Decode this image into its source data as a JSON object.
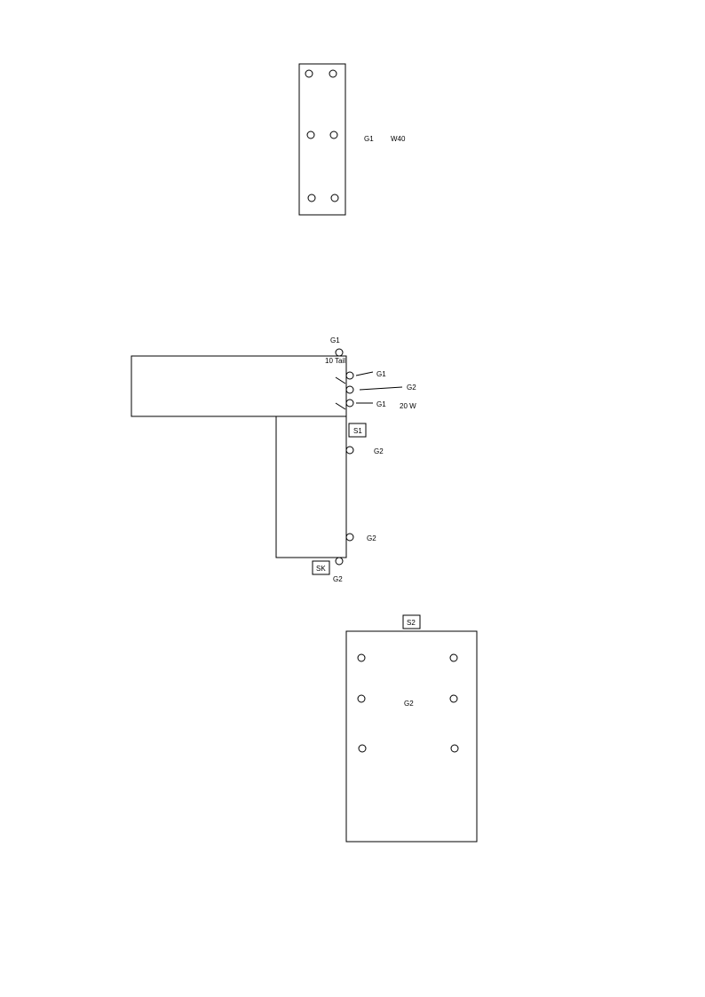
{
  "top_plate": {
    "label_g": "G1",
    "label_w": "W40"
  },
  "middle": {
    "g1_top": "G1",
    "tail": "10 Tail",
    "g1_a": "G1",
    "g2_a": "G2",
    "g1_b": "G1",
    "w20": "20 W",
    "s1": "S1",
    "g2_b": "G2",
    "g2_c": "G2",
    "sk": "SK",
    "g2_d": "G2"
  },
  "bottom_plate": {
    "s2": "S2",
    "label_g": "G2"
  }
}
